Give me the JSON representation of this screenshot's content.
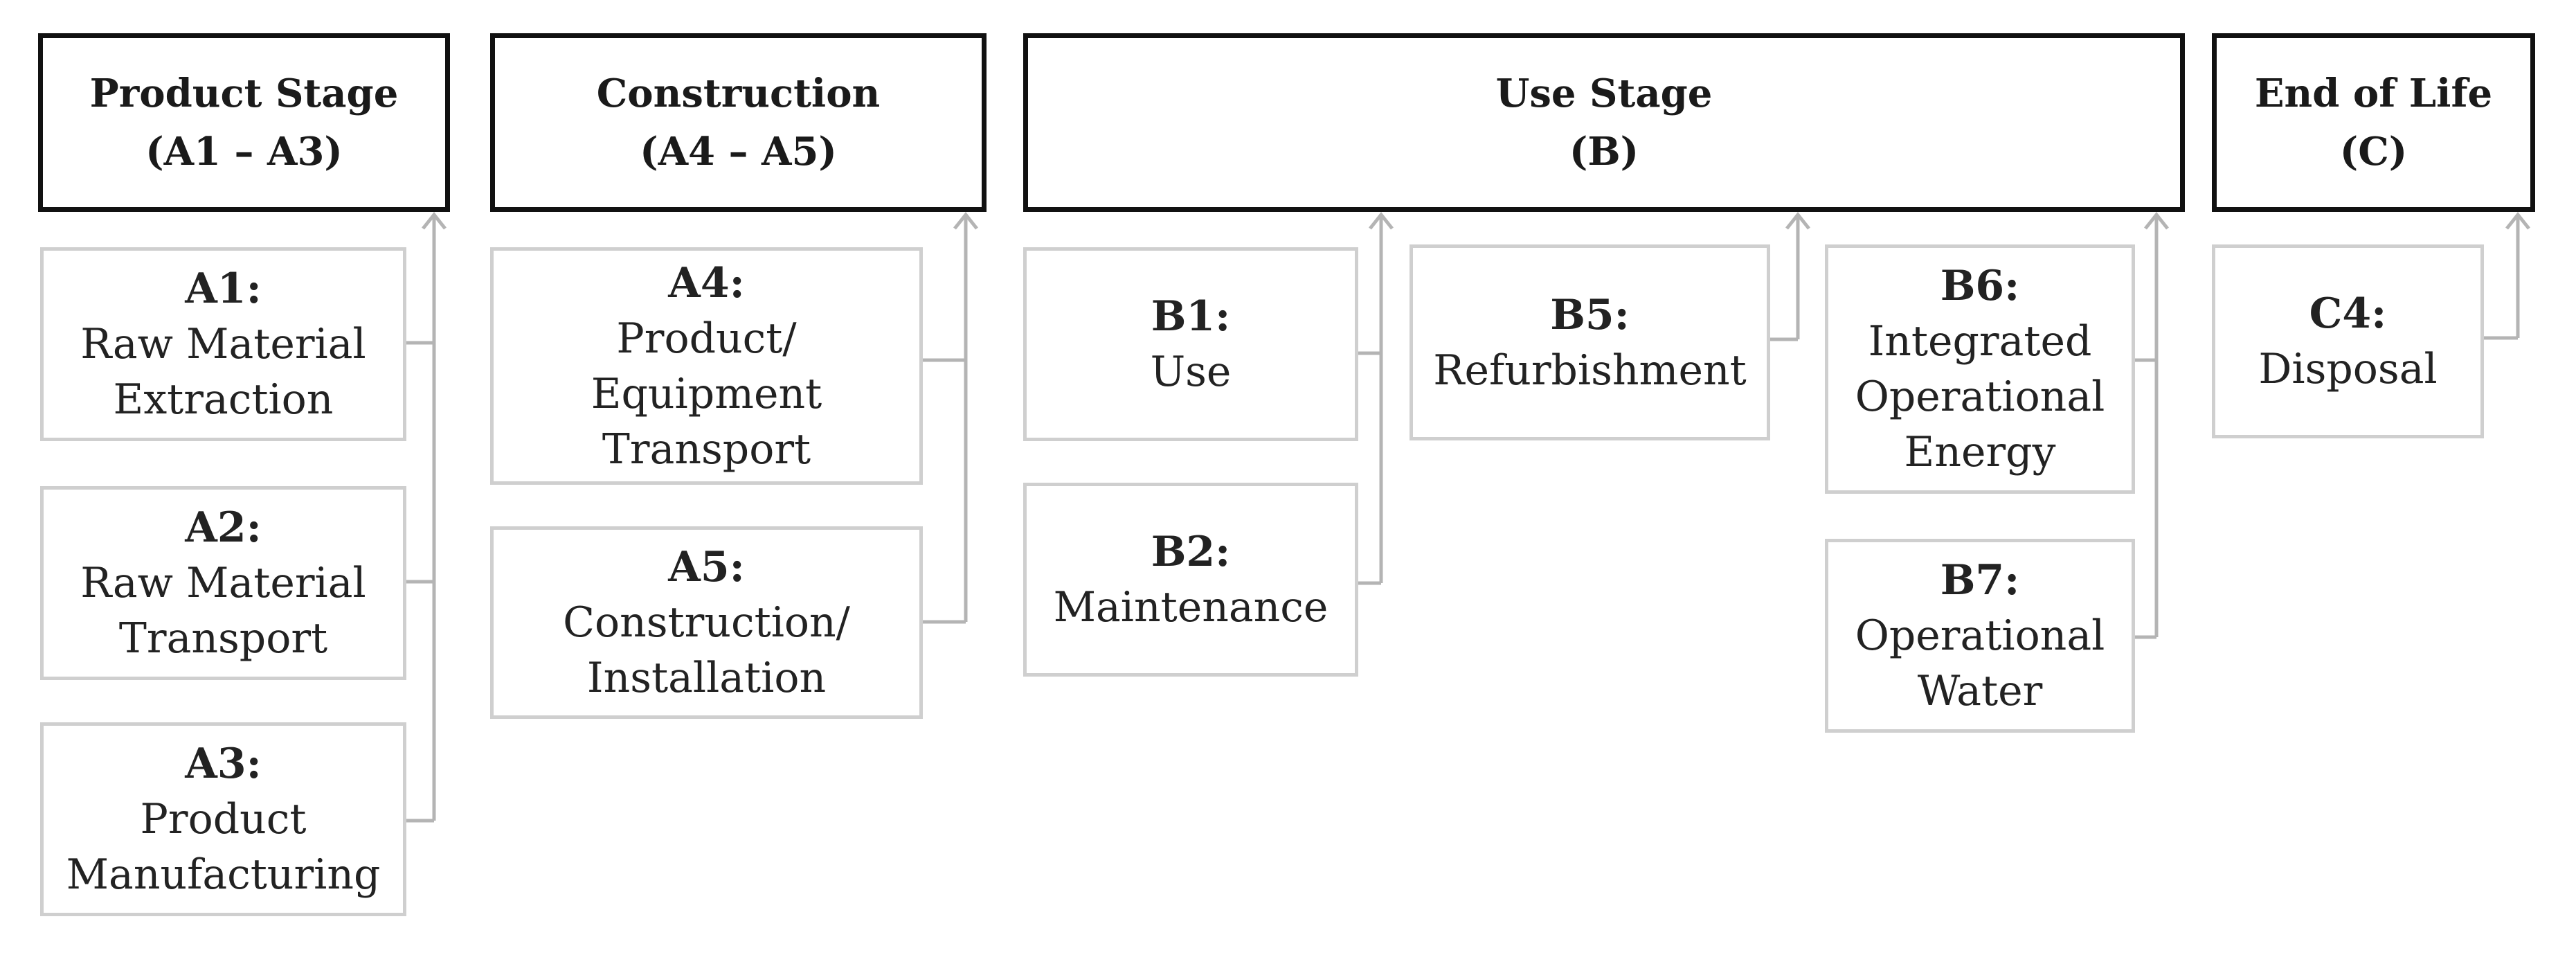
{
  "stages": [
    {
      "id": "product",
      "title": "Product Stage",
      "sub": "(A1 – A3)"
    },
    {
      "id": "construction",
      "title": "Construction",
      "sub": "(A4 – A5)"
    },
    {
      "id": "use",
      "title": "Use Stage",
      "sub": "(B)"
    },
    {
      "id": "eol",
      "title": "End of Life",
      "sub": "(C)"
    }
  ],
  "modules": [
    {
      "id": "a1",
      "code": "A1:",
      "text": "Raw Material\nExtraction"
    },
    {
      "id": "a2",
      "code": "A2:",
      "text": "Raw Material\nTransport"
    },
    {
      "id": "a3",
      "code": "A3:",
      "text": "Product\nManufacturing"
    },
    {
      "id": "a4",
      "code": "A4:",
      "text": "Product/\nEquipment\nTransport"
    },
    {
      "id": "a5",
      "code": "A5:",
      "text": "Construction/\nInstallation"
    },
    {
      "id": "b1",
      "code": "B1:",
      "text": "Use"
    },
    {
      "id": "b2",
      "code": "B2:",
      "text": "Maintenance"
    },
    {
      "id": "b5",
      "code": "B5:",
      "text": "Refurbishment"
    },
    {
      "id": "b6",
      "code": "B6:",
      "text": "Integrated\nOperational\nEnergy"
    },
    {
      "id": "b7",
      "code": "B7:",
      "text": "Operational\nWater"
    },
    {
      "id": "c4",
      "code": "C4:",
      "text": "Disposal"
    }
  ]
}
